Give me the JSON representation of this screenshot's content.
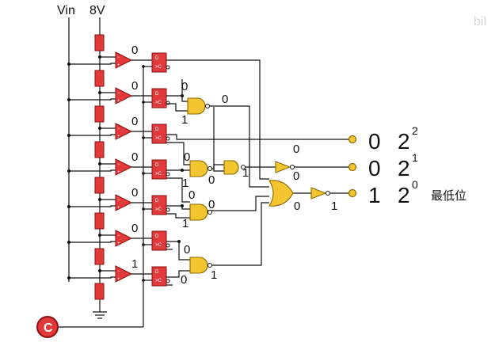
{
  "labels": {
    "vin": "Vin",
    "v8": "8V",
    "clock": "C",
    "lsb": "最低位",
    "watermark": "bil"
  },
  "comparator_outputs": [
    "0",
    "0",
    "0",
    "0",
    "0",
    "0",
    "1"
  ],
  "internal_values": {
    "gate1_in": "0",
    "gate1_out": "0",
    "gate1_below": "1",
    "gate2_in": "0",
    "gate2_in_below": "1",
    "gate2_out": "0",
    "gate3_out": "1",
    "gate4_in": "0",
    "gate4_in_below": "1",
    "gate4_out": "0",
    "gate5_in": "0",
    "gate5_in_below": "0",
    "gate5_out": "1",
    "msb_wire": "0",
    "mid_wire": "0",
    "or_out": "0",
    "lsb_out": "1"
  },
  "outputs": [
    {
      "bit": "0",
      "base": "2",
      "exp": "2"
    },
    {
      "bit": "0",
      "base": "2",
      "exp": "1"
    },
    {
      "bit": "1",
      "base": "2",
      "exp": "0"
    }
  ],
  "ff_labels": {
    "d": "D",
    "c": "C"
  },
  "colors": {
    "component_red": "#e23a3a",
    "gate_yellow": "#f3c531"
  }
}
